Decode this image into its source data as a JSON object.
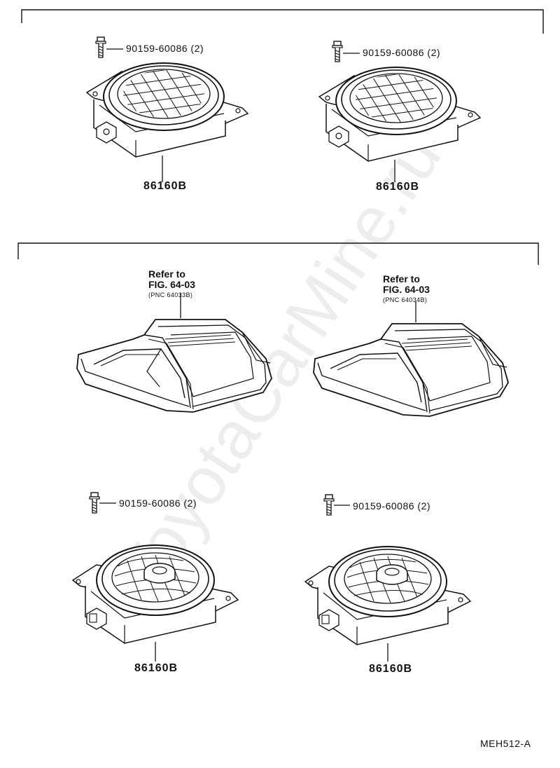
{
  "watermark": "ToyotaCarMine.ru",
  "diagram_code": "MEH512-A",
  "groups": [
    {
      "bolt_label": "90159-60086 (2)",
      "speaker_label": "86160B"
    },
    {
      "bolt_label": "90159-60086 (2)",
      "speaker_label": "86160B"
    },
    {
      "bolt_label": "90159-60086 (2)",
      "speaker_label": "86160B"
    },
    {
      "bolt_label": "90159-60086 (2)",
      "speaker_label": "86160B"
    }
  ],
  "references": [
    {
      "line1": "Refer to",
      "line2": "FIG. 64-03",
      "pnc": "(PNC 64033B)"
    },
    {
      "line1": "Refer to",
      "line2": "FIG. 64-03",
      "pnc": "(PNC 64034B)"
    }
  ]
}
